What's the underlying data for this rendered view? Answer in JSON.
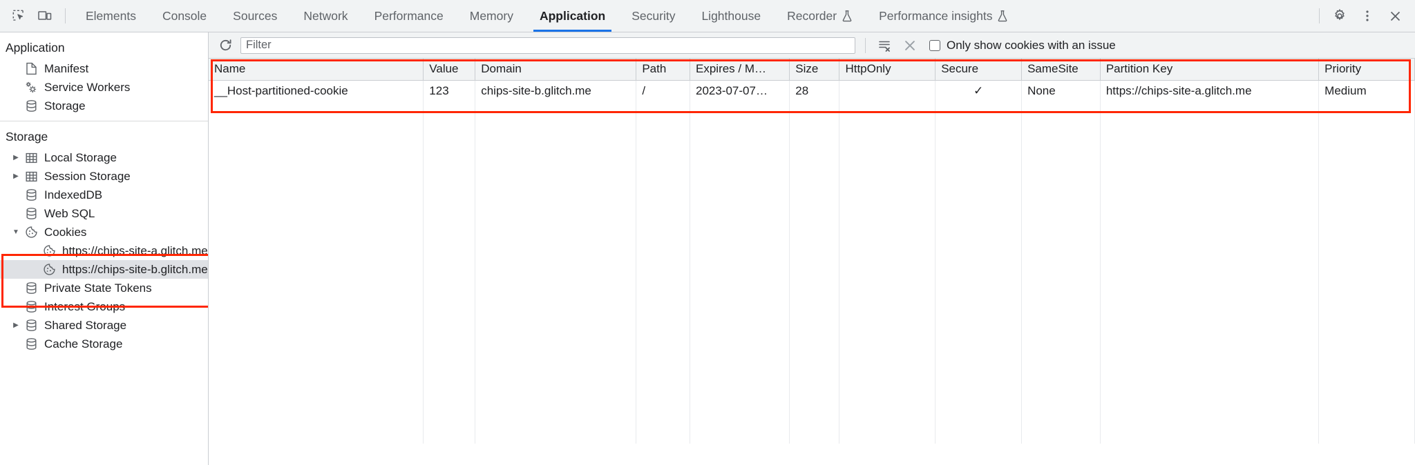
{
  "toolbar": {
    "inspect_icon": "inspect-element-icon",
    "device_icon": "device-toolbar-icon",
    "tabs": [
      {
        "label": "Elements",
        "active": false,
        "experimental": false
      },
      {
        "label": "Console",
        "active": false,
        "experimental": false
      },
      {
        "label": "Sources",
        "active": false,
        "experimental": false
      },
      {
        "label": "Network",
        "active": false,
        "experimental": false
      },
      {
        "label": "Performance",
        "active": false,
        "experimental": false
      },
      {
        "label": "Memory",
        "active": false,
        "experimental": false
      },
      {
        "label": "Application",
        "active": true,
        "experimental": false
      },
      {
        "label": "Security",
        "active": false,
        "experimental": false
      },
      {
        "label": "Lighthouse",
        "active": false,
        "experimental": false
      },
      {
        "label": "Recorder",
        "active": false,
        "experimental": true
      },
      {
        "label": "Performance insights",
        "active": false,
        "experimental": true
      }
    ],
    "settings_icon": "gear-icon",
    "more_icon": "more-vertical-icon",
    "close_icon": "close-icon"
  },
  "sidebar": {
    "application_title": "Application",
    "application_items": [
      {
        "label": "Manifest",
        "icon": "document-icon",
        "arrow": false,
        "selected": false
      },
      {
        "label": "Service Workers",
        "icon": "gears-icon",
        "arrow": false,
        "selected": false
      },
      {
        "label": "Storage",
        "icon": "database-icon",
        "arrow": false,
        "selected": false
      }
    ],
    "storage_title": "Storage",
    "storage_items": [
      {
        "label": "Local Storage",
        "icon": "table-icon",
        "arrow": true,
        "selected": false,
        "indent": 1
      },
      {
        "label": "Session Storage",
        "icon": "table-icon",
        "arrow": true,
        "selected": false,
        "indent": 1
      },
      {
        "label": "IndexedDB",
        "icon": "database-icon",
        "arrow": false,
        "selected": false,
        "indent": 1
      },
      {
        "label": "Web SQL",
        "icon": "database-icon",
        "arrow": false,
        "selected": false,
        "indent": 1
      },
      {
        "label": "Cookies",
        "icon": "cookie-icon",
        "arrow": true,
        "expanded": true,
        "selected": false,
        "indent": 1
      },
      {
        "label": "https://chips-site-a.glitch.me",
        "icon": "cookie-icon",
        "arrow": false,
        "selected": false,
        "indent": 2
      },
      {
        "label": "https://chips-site-b.glitch.me",
        "icon": "cookie-icon",
        "arrow": false,
        "selected": true,
        "indent": 2
      },
      {
        "label": "Private State Tokens",
        "icon": "database-icon",
        "arrow": false,
        "selected": false,
        "indent": 1
      },
      {
        "label": "Interest Groups",
        "icon": "database-icon",
        "arrow": false,
        "selected": false,
        "indent": 1
      },
      {
        "label": "Shared Storage",
        "icon": "database-icon",
        "arrow": true,
        "selected": false,
        "indent": 1
      },
      {
        "label": "Cache Storage",
        "icon": "database-icon",
        "arrow": false,
        "selected": false,
        "indent": 1
      }
    ]
  },
  "filterbar": {
    "refresh_icon": "refresh-icon",
    "filter_placeholder": "Filter",
    "filter_value": "",
    "clear_all_icon": "clear-all-cookies-icon",
    "clear_filtered_icon": "clear-filtered-icon",
    "issue_checkbox_label": "Only show cookies with an issue",
    "issue_checkbox_checked": false
  },
  "table": {
    "columns": [
      "Name",
      "Value",
      "Domain",
      "Path",
      "Expires / M…",
      "Size",
      "HttpOnly",
      "Secure",
      "SameSite",
      "Partition Key",
      "Priority"
    ],
    "rows": [
      {
        "Name": "__Host-partitioned-cookie",
        "Value": "123",
        "Domain": "chips-site-b.glitch.me",
        "Path": "/",
        "Expires / M…": "2023-07-07…",
        "Size": "28",
        "HttpOnly": "",
        "Secure": "✓",
        "SameSite": "None",
        "Partition Key": "https://chips-site-a.glitch.me",
        "Priority": "Medium"
      }
    ]
  },
  "annotations": {
    "highlight_color": "#ff2600",
    "boxes": [
      "cookies-tree-highlight",
      "cookie-table-highlight"
    ]
  }
}
